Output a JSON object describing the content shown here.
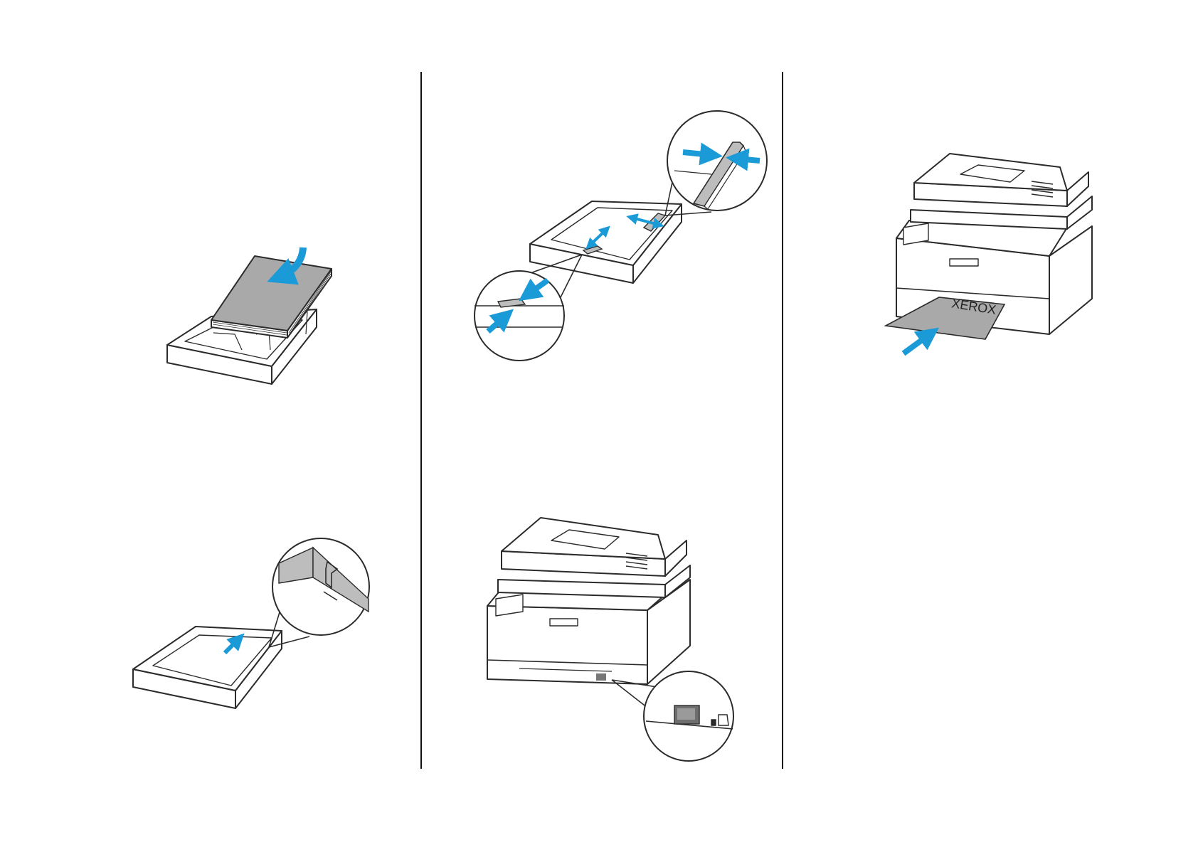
{
  "page": {
    "title": "",
    "columns": 3
  },
  "colors": {
    "arrow": "#1a9bd7",
    "paper": "#a9a9a9",
    "line": "#2b2b2b",
    "background": "#ffffff"
  },
  "illustrations": {
    "load_paper": {
      "name": "load-paper-into-tray"
    },
    "adjust_guides": {
      "name": "adjust-paper-guides"
    },
    "fill_line": {
      "name": "paper-below-max-fill-indicator"
    },
    "insert_tray": {
      "name": "insert-tray-into-printer"
    },
    "manual_feeder": {
      "name": "manual-feeder-load",
      "brand_text": "XEROX"
    }
  },
  "icons": [
    "arrow-icon",
    "double-arrow-icon",
    "max-fill-icon",
    "paper-size-icon"
  ]
}
